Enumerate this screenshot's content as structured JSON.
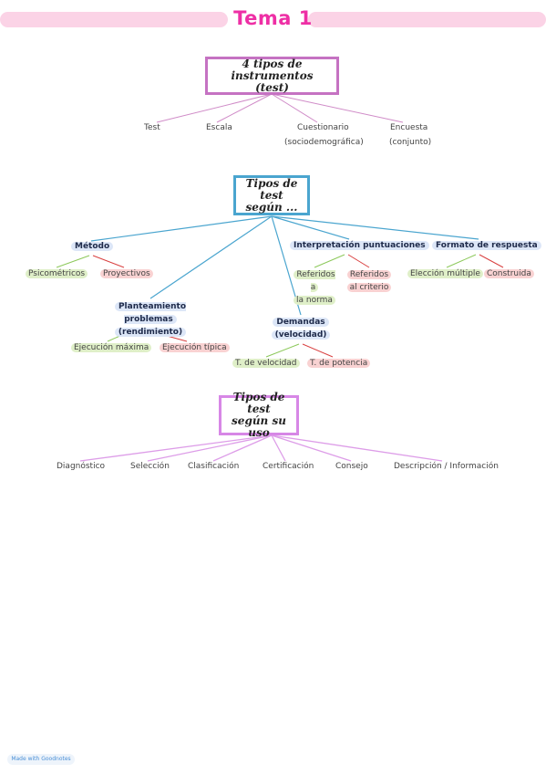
{
  "header": {
    "title": "Tema 1"
  },
  "section1": {
    "box": "4 tipos de instrumentos (test)",
    "items": [
      "Test",
      "Escala",
      "Cuestionario",
      "(sociodemográfica)",
      "Encuesta",
      "(conjunto)"
    ]
  },
  "section2": {
    "box_line1": "Tipos de test",
    "box_line2": "según ...",
    "metodo": {
      "label": "Método",
      "children": [
        "Psicométricos",
        "Proyectivos"
      ]
    },
    "planteamiento": {
      "line1": "Planteamiento problemas",
      "line2": "(rendimiento)",
      "children": [
        "Ejecución máxima",
        "Ejecución típica"
      ]
    },
    "demandas": {
      "line1": "Demandas",
      "line2": "(velocidad)",
      "children": [
        "T. de velocidad",
        "T. de potencia"
      ]
    },
    "interpretacion": {
      "label": "Interpretación puntuaciones",
      "children": [
        "Referidos a",
        "la norma",
        "Referidos",
        "al criterio"
      ]
    },
    "formato": {
      "label": "Formato de respuesta",
      "children": [
        "Elección múltiple",
        "Construida"
      ]
    }
  },
  "section3": {
    "box_line1": "Tipos de test",
    "box_line2": "según su uso",
    "items": [
      "Diagnóstico",
      "Selección",
      "Clasificación",
      "Certificación",
      "Consejo",
      "Descripción / Información"
    ]
  },
  "footer": {
    "made_with": "Made with Goodnotes"
  },
  "colors": {
    "title": "#ee2fa5",
    "banner": "#fbd3e6",
    "box1": "#c572c2",
    "box2": "#4aa5cf",
    "box3": "#d787e6",
    "green": "#8cc85a",
    "red": "#d94040"
  }
}
